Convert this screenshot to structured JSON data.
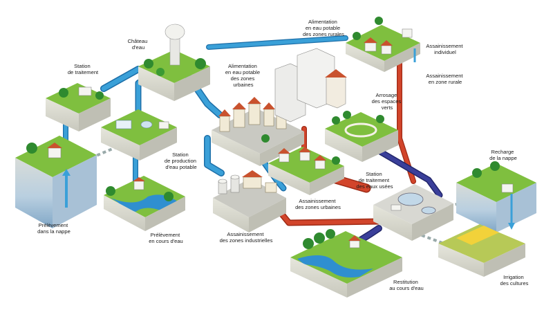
{
  "diagram": {
    "labels": {
      "chateau": [
        "Château",
        "d'eau"
      ],
      "station_traitement": [
        "Station",
        "de traitement"
      ],
      "alim_urbaines": [
        "Alimentation",
        "en eau potable",
        "des zones",
        "urbaines"
      ],
      "alim_rurales": [
        "Alimentation",
        "en eau potable",
        "des zones rurales"
      ],
      "assain_individuel": [
        "Assainissement",
        "individuel"
      ],
      "assain_rurale": [
        "Assainissement",
        "en zone rurale"
      ],
      "arrosage": [
        "Arrosage",
        "des espaces",
        "verts"
      ],
      "station_production": [
        "Station",
        "de production",
        "d'eau potable"
      ],
      "station_usees": [
        "Station",
        "de traitement",
        "des eaux usées"
      ],
      "recharge": [
        "Recharge",
        "de la nappe"
      ],
      "assain_urbaines": [
        "Assainissement",
        "des zones urbaines"
      ],
      "prelevement_nappe": [
        "Prélèvement",
        "dans la nappe"
      ],
      "prelevement_cours": [
        "Prélèvement",
        "en cours d'eau"
      ],
      "assain_industrielles": [
        "Assainissement",
        "des zones industrielles"
      ],
      "restitution": [
        "Restitution",
        "au cours d'eau"
      ],
      "irrigation": [
        "Irrigation",
        "des cultures"
      ]
    },
    "colors": {
      "potable": "#3aa0d8",
      "waste": "#d2452b",
      "treated": "#3a3f9a",
      "grass": "#7fbf3f",
      "soil": "#d9d9d0",
      "water": "#2f8fd0"
    }
  }
}
